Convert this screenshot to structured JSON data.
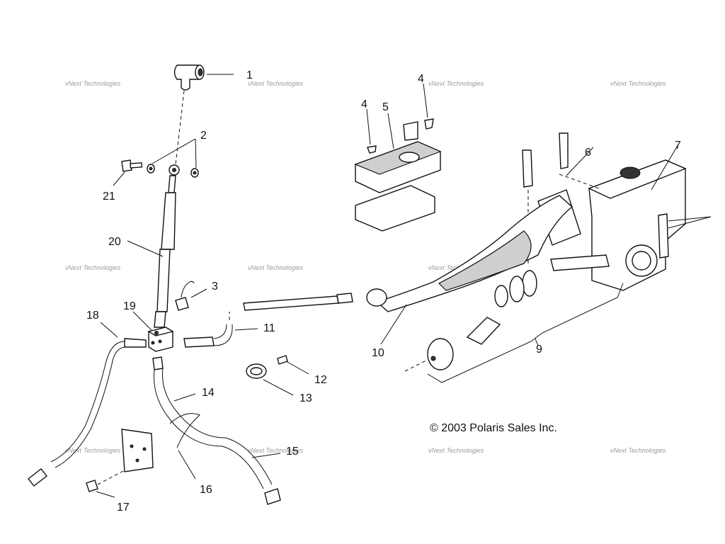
{
  "copyright": "© 2003 Polaris Sales Inc.",
  "watermark": "vNext Technologies",
  "callouts": [
    "1",
    "2",
    "3",
    "4",
    "4",
    "5",
    "6",
    "7",
    "9",
    "10",
    "11",
    "12",
    "13",
    "14",
    "15",
    "16",
    "17",
    "18",
    "19",
    "20",
    "21"
  ]
}
